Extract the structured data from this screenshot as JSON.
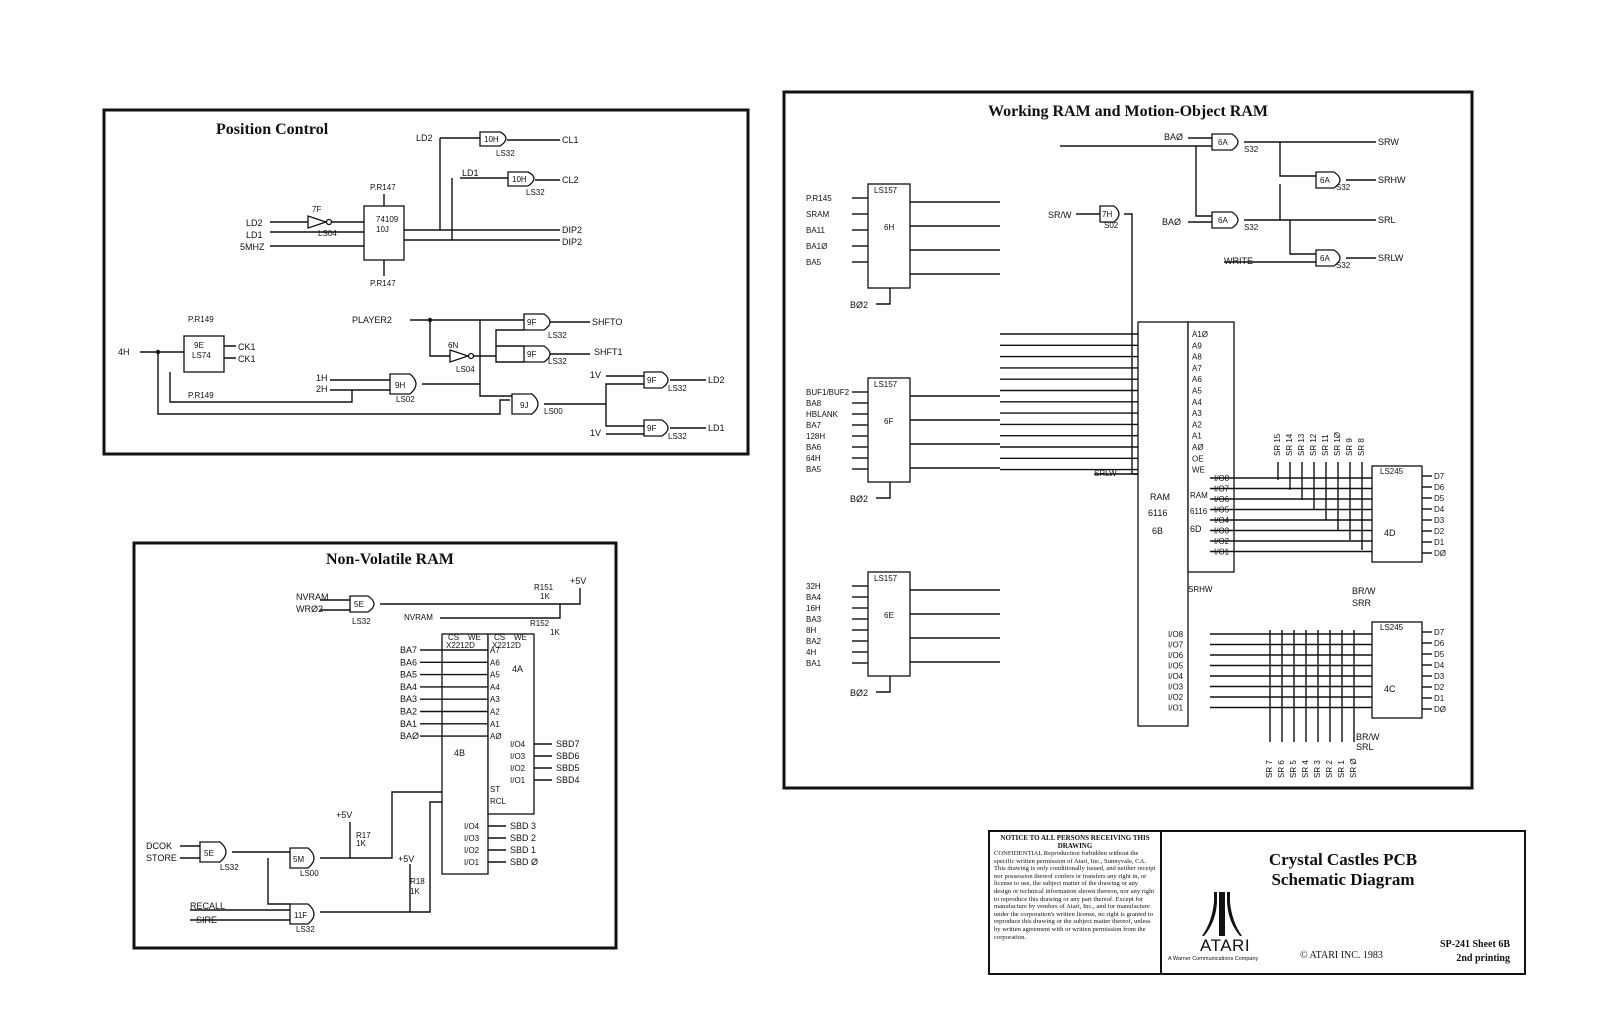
{
  "panels": {
    "position_control": "Position Control",
    "nv_ram": "Non-Volatile RAM",
    "working_ram": "Working RAM and Motion-Object RAM"
  },
  "position_control": {
    "signals": [
      "LD2",
      "LD1",
      "5MHZ",
      "CL1",
      "CL2",
      "DIP2",
      "DIP2",
      "SHFTO",
      "SHFT1",
      "PLAYER2",
      "4H",
      "1H",
      "2H",
      "CK1",
      "CK1",
      "1V",
      "LD2",
      "LD1",
      "P.R147",
      "P.R147",
      "P.R149",
      "P.R149"
    ],
    "chips": [
      "10H",
      "10H",
      "74109",
      "10J",
      "LS04",
      "7F",
      "9F",
      "9F",
      "9F",
      "9F",
      "9H",
      "9J",
      "9E",
      "LS74",
      "6N",
      "LS32",
      "LS32",
      "LS32",
      "LS32",
      "LS32",
      "LS32",
      "LS02",
      "LS00",
      "LS04"
    ]
  },
  "nv_ram": {
    "signals": [
      "NVRAM",
      "WRØ2",
      "NVRAM",
      "+5V",
      "R151",
      "1K",
      "R152",
      "1K",
      "DCOK",
      "STORE",
      "RECALL",
      "SIRE",
      "+5V",
      "+5V",
      "R17",
      "1K",
      "R18",
      "1K"
    ],
    "chip_labels": [
      "5E",
      "LS32",
      "X2212D",
      "X2212D",
      "4A",
      "4B",
      "5E",
      "5M",
      "LS32",
      "LS00",
      "11F",
      "LS32"
    ],
    "address_lines": [
      "BA7",
      "BA6",
      "BA5",
      "BA4",
      "BA3",
      "BA2",
      "BA1",
      "BAØ"
    ],
    "address_pins": [
      "A7",
      "A6",
      "A5",
      "A4",
      "A3",
      "A2",
      "A1",
      "AØ"
    ],
    "data_out_4a": [
      "SBD7",
      "SBD6",
      "SBD5",
      "SBD4"
    ],
    "data_out_4b": [
      "SBD 3",
      "SBD 2",
      "SBD 1",
      "SBD Ø"
    ],
    "io_pins": [
      "I/O4",
      "I/O3",
      "I/O2",
      "I/O1"
    ],
    "ctrl_pins": [
      "CS",
      "WE",
      "CS",
      "WE",
      "ST",
      "RCL"
    ]
  },
  "working_ram": {
    "signals": [
      "BAØ",
      "SRW",
      "SRHW",
      "SRL",
      "SRLW",
      "BAØ",
      "WRITE",
      "SR/W",
      "SRLW",
      "SRHW",
      "BR/W",
      "SRR",
      "BR/W",
      "SRL"
    ],
    "mux_chip": "LS157",
    "mux_6h_inputs": [
      "P.R145",
      "SRAM",
      "BA11",
      "BA1Ø",
      "BA5"
    ],
    "mux_6f_inputs": [
      "BUF1/BUF2",
      "BA8",
      "HBLANK",
      "BA7",
      "128H",
      "BA6",
      "64H",
      "BA5"
    ],
    "mux_6e_inputs": [
      "32H",
      "BA4",
      "16H",
      "BA3",
      "8H",
      "BA2",
      "4H",
      "BA1"
    ],
    "mux_select": [
      "BØ2",
      "BØ2",
      "BØ2"
    ],
    "mux_names": [
      "6H",
      "6F",
      "6E"
    ],
    "ram_pins": [
      "A1Ø",
      "A9",
      "A8",
      "A7",
      "A6",
      "A5",
      "A4",
      "A3",
      "A2",
      "A1",
      "AØ",
      "OE",
      "WE"
    ],
    "ram_labels": [
      "RAM",
      "6116",
      "6B",
      "RAM",
      "6116",
      "6D"
    ],
    "ram_io": [
      "I/O8",
      "I/O7",
      "I/O6",
      "I/O5",
      "I/O4",
      "I/O3",
      "I/O2",
      "I/O1"
    ],
    "sr_top": [
      "SR 15",
      "SR 14",
      "SR 13",
      "SR 12",
      "SR 11",
      "SR 1Ø",
      "SR 9",
      "SR 8"
    ],
    "sr_bottom": [
      "SR 7",
      "SR 6",
      "SR 5",
      "SR 4",
      "SR 3",
      "SR 2",
      "SR 1",
      "SR Ø"
    ],
    "buffer_chip": "LS245",
    "buffer_names": [
      "4D",
      "4C"
    ],
    "buffer_out": [
      "D7",
      "D6",
      "D5",
      "D4",
      "D3",
      "D2",
      "D1",
      "DØ"
    ],
    "gate_labels": [
      "6A",
      "6A",
      "6A",
      "6A",
      "7H",
      "S32",
      "S32",
      "S32",
      "S32",
      "S02"
    ]
  },
  "notice": {
    "heading": "NOTICE TO ALL PERSONS RECEIVING THIS DRAWING",
    "body": "CONFIDENTIAL Reproduction forbidden without the specific written permission of Atari, Inc., Sunnyvale, CA. This drawing is only conditionally issued, and neither receipt nor possession thereof confers or transfers any right in, or license to use, the subject matter of the drawing or any design or technical information shown thereon, nor any right to reproduce this drawing or any part thereof. Except for manufacture by vendors of Atari, Inc., and for manufacture under the corporation's written license, no right is granted to reproduce this drawing or the subject matter thereof, unless by written agreement with or written permission from the corporation."
  },
  "title_block": {
    "title_line1": "Crystal Castles PCB",
    "title_line2": "Schematic Diagram",
    "logo_word": "ATARI",
    "warner": "A Warner Communications Company",
    "copyright": "© ATARI INC. 1983",
    "sheet": "SP-241   Sheet 6B",
    "printing": "2nd printing"
  }
}
